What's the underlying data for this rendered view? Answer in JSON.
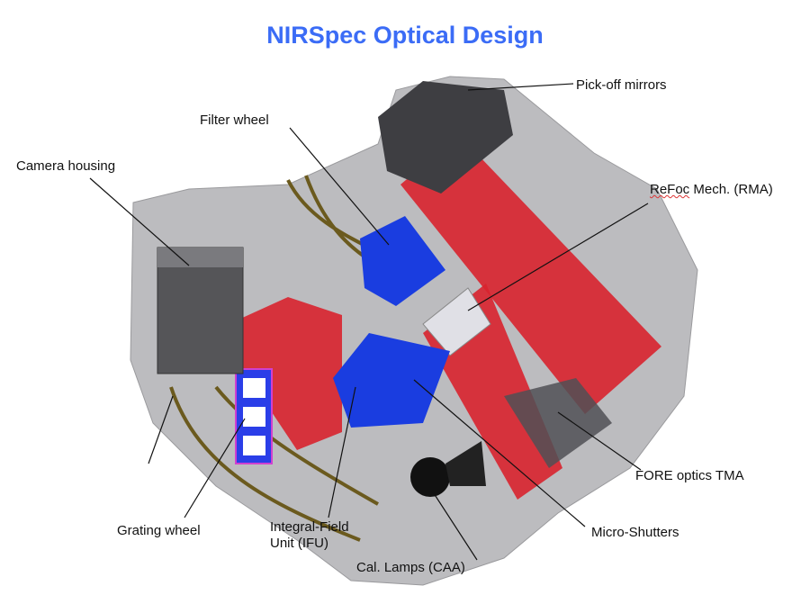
{
  "title": "NIRSpec Optical Design",
  "labels": {
    "pickoff": "Pick-off mirrors",
    "filter": "Filter wheel",
    "camera": "Camera housing",
    "refoc_a": "ReFoc",
    "refoc_b": " Mech. (RMA)",
    "fore": "FORE optics TMA",
    "shutters": "Micro-Shutters",
    "cal": "Cal. Lamps (CAA)",
    "ifu_1": "Integral-Field",
    "ifu_2": "Unit (IFU)",
    "grating": "Grating wheel"
  },
  "colors": {
    "title": "#3b6cf6",
    "bench": "#b9b9bc",
    "optics": "#d8222e",
    "mechanism": "#1a3de0",
    "camera": "#555558"
  }
}
